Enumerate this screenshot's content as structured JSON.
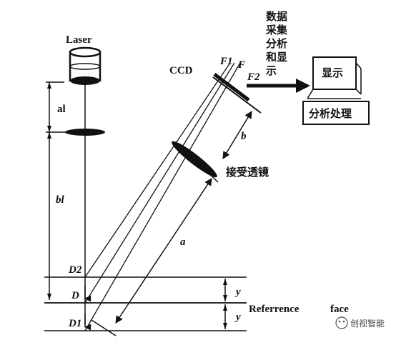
{
  "diagram": {
    "labels": {
      "laser": "Laser",
      "ccd": "CCD",
      "f1": "F1",
      "f": "F",
      "f2": "F2",
      "a1": "al",
      "b1": "bl",
      "a": "a",
      "b": "b",
      "d2": "D2",
      "d": "D",
      "d1": "D1",
      "y_top": "y",
      "y_bottom": "y",
      "reference": "Referrence",
      "face": "face",
      "receiving_lens": "接受透镜",
      "data_lines": [
        "数据",
        "采集",
        "分析",
        "和显",
        "示"
      ],
      "display": "显示",
      "analysis": "分析处理"
    },
    "watermark": "创视智能"
  }
}
